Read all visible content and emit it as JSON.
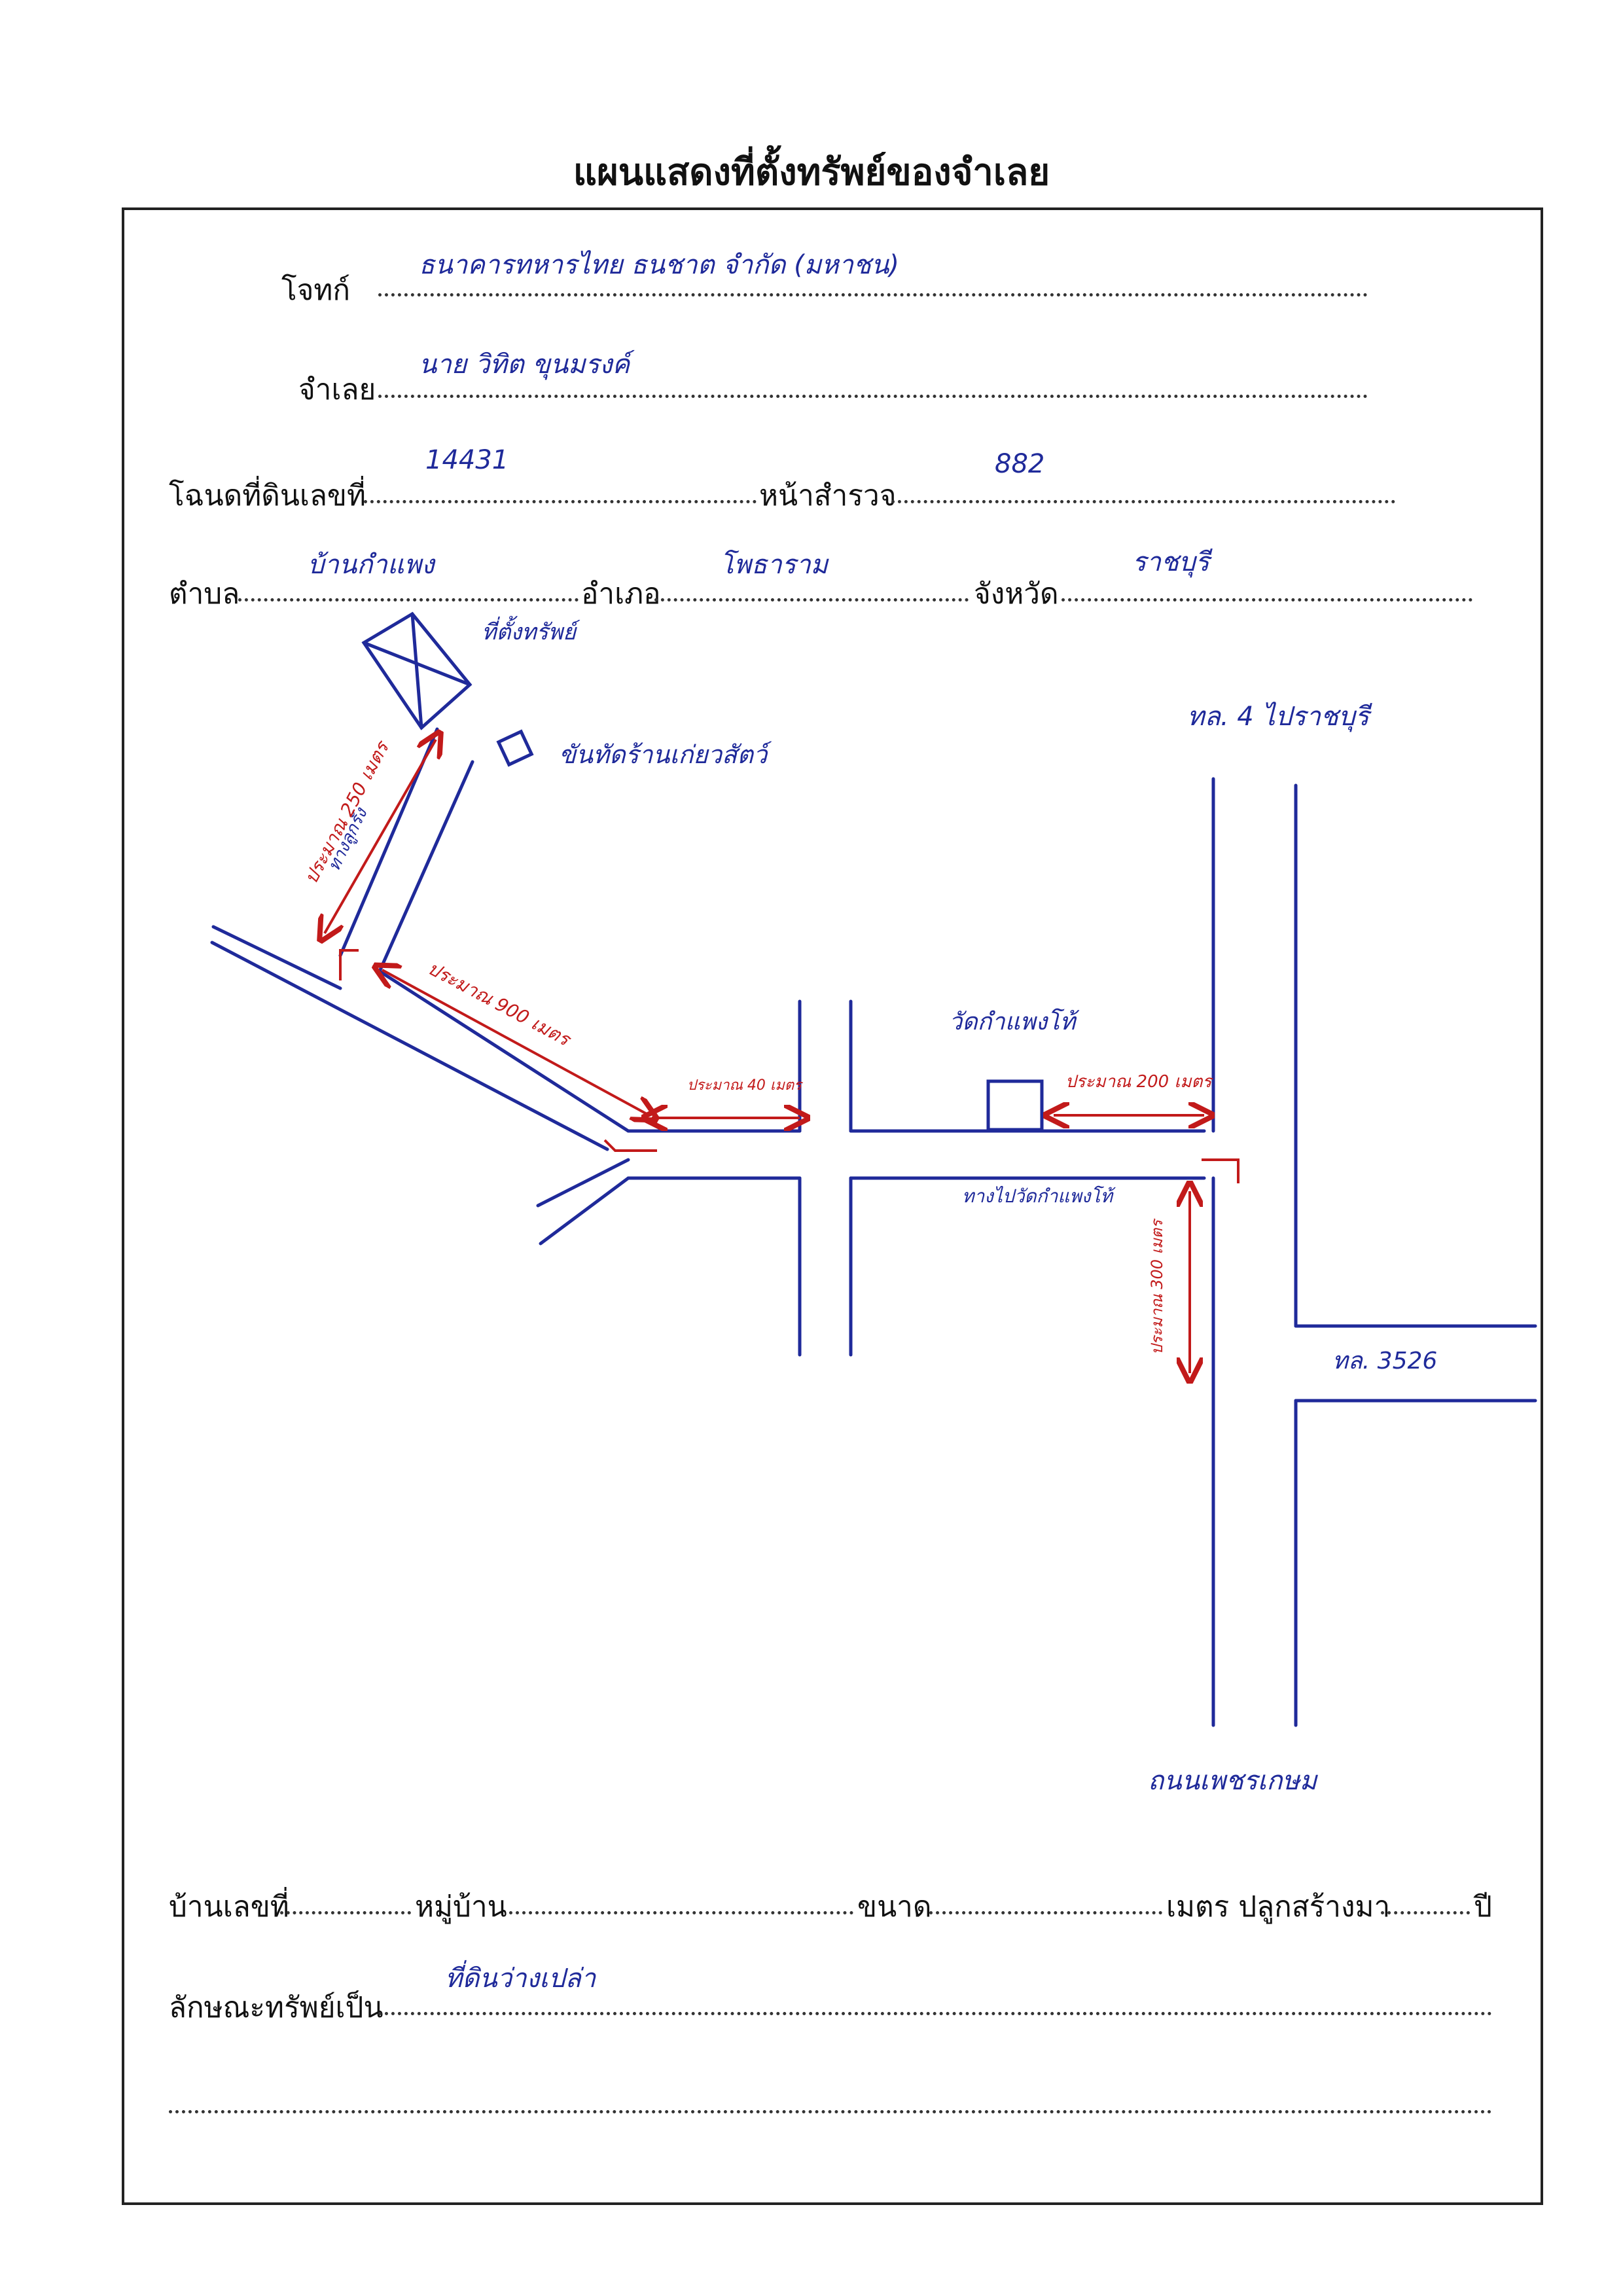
{
  "title": "แผนแสดงที่ตั้งทรัพย์ของจำเลย",
  "form": {
    "plaintiff_label": "โจทก์",
    "plaintiff_value": "ธนาคารทหารไทย ธนชาต จำกัด (มหาชน)",
    "defendant_label": "จำเลย",
    "defendant_value": "นาย วิทิต    ขุนมรงค์",
    "deed_label": "โฉนดที่ดินเลขที่",
    "deed_value": "14431",
    "survey_label": "หน้าสำรวจ",
    "survey_value": "882",
    "subdistrict_label": "ตำบล",
    "subdistrict_value": "บ้านกำแพง",
    "district_label": "อำเภอ",
    "district_value": "โพธาราม",
    "province_label": "จังหวัด",
    "province_value": "ราชบุรี",
    "house_no_label": "บ้านเลขที่",
    "village_label": "หมู่บ้าน",
    "size_label": "ขนาด",
    "meters_built_label": "เมตร ปลูกสร้างมา",
    "year_label": "ปี",
    "property_type_label": "ลักษณะทรัพย์เป็น",
    "property_type_value": "ที่ดินว่างเปล่า"
  },
  "map": {
    "property_label": "ที่ตั้งทรัพย์",
    "landmark_label": "ขันทัดร้านเก่ยวสัตว์",
    "road_name_small": "ทางลูกรัง",
    "highway4_label": "ทล. 4 ไปราชบุรี",
    "highway3526_label": "ทล. 3526",
    "temple_label": "วัดกำแพงโท้",
    "temple_road_label": "ทางไปวัดกำแพงโท้",
    "bottom_road_label": "ถนนเพชรเกษม",
    "dist_250": "ประมาณ 250 เมตร",
    "dist_900": "ประมาณ 900 เมตร",
    "dist_40": "ประมาณ 40 เมตร",
    "dist_200": "ประมาณ 200 เมตร",
    "dist_300": "ประมาณ 300 เมตร",
    "colors": {
      "road": "#1f2a9a",
      "distance": "#c21a1a"
    }
  }
}
